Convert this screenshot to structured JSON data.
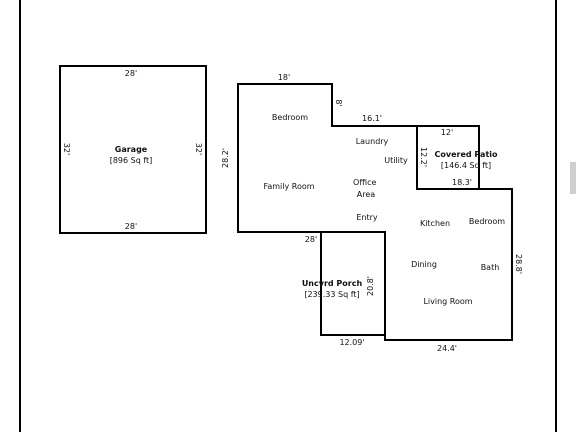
{
  "garage": {
    "name": "Garage",
    "area": "[896 Sq ft]",
    "dim_top": "28'",
    "dim_bottom": "28'",
    "dim_left": "32'",
    "dim_right": "32'"
  },
  "house": {
    "dim_top_left": "18'",
    "dim_step": "8'",
    "dim_step_top": "16.1'",
    "dim_left": "28.2'",
    "dim_below_entry": "28'",
    "dim_right": "28.8'",
    "dim_bottom": "24.4'",
    "rooms": {
      "bedroom_1": "Bedroom",
      "laundry": "Laundry",
      "utility": "Utility",
      "family_room": "Family Room",
      "office_area": "Office\nArea",
      "entry": "Entry",
      "kitchen": "Kitchen",
      "bedroom_2": "Bedroom",
      "dining": "Dining",
      "bath": "Bath",
      "living_room": "Living Room"
    }
  },
  "covered_patio": {
    "name": "Covered Patio",
    "area": "[146.4 Sq ft]",
    "dim_top": "12'",
    "dim_left": "12.2'",
    "dim_bottom": "18.3'"
  },
  "uncvrd_porch": {
    "name": "Uncvrd Porch",
    "area": "[239.33 Sq ft]",
    "dim_right": "20.8'",
    "dim_bottom": "12.09'"
  }
}
